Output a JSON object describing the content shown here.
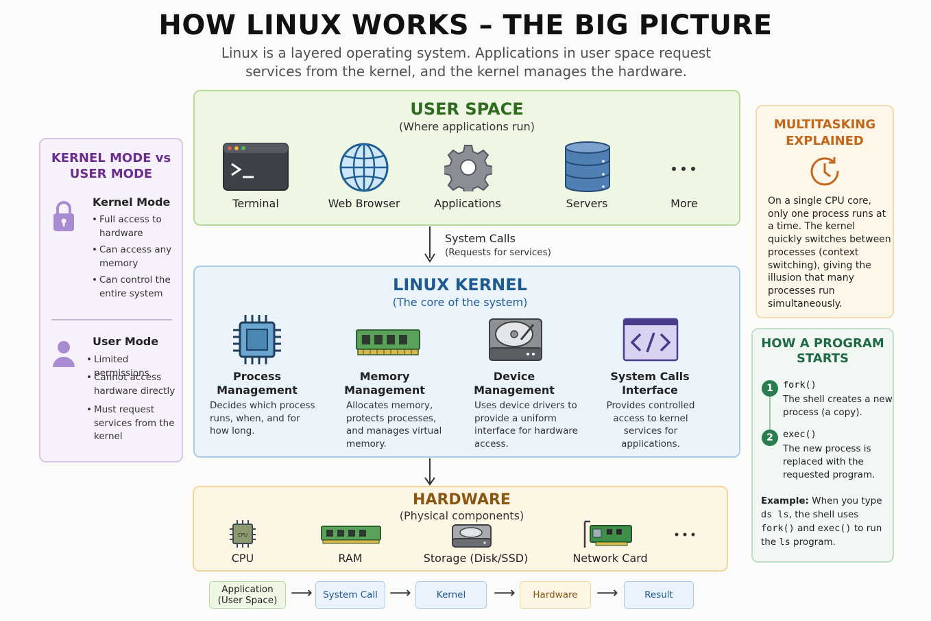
{
  "title": "HOW LINUX WORKS – THE BIG PICTURE",
  "subtitle": "Linux is a layered operating system. Applications in user space request services from the kernel, and the kernel manages the hardware.",
  "user_space": {
    "title": "USER SPACE",
    "subtitle": "(Where applications run)",
    "items": [
      {
        "label": "Terminal",
        "icon": "terminal-icon"
      },
      {
        "label": "Web Browser",
        "icon": "globe-icon"
      },
      {
        "label": "Applications",
        "icon": "gear-icon"
      },
      {
        "label": "Servers",
        "icon": "database-icon"
      },
      {
        "label": "More",
        "icon": "ellipsis-icon"
      }
    ]
  },
  "system_calls_arrow": {
    "label": "System Calls",
    "sublabel": "(Requests for services)"
  },
  "kernel": {
    "title": "LINUX KERNEL",
    "subtitle": "(The core of the system)",
    "items": [
      {
        "title_line1": "Process",
        "title_line2": "Management",
        "desc": "Decides which process runs, when, and for how long.",
        "icon": "cpu-chip-icon"
      },
      {
        "title_line1": "Memory",
        "title_line2": "Management",
        "desc": "Allocates memory, protects processes, and manages virtual memory.",
        "icon": "ram-icon"
      },
      {
        "title_line1": "Device",
        "title_line2": "Management",
        "desc": "Uses device drivers to provide a uniform interface for hardware access.",
        "icon": "hard-disk-icon"
      },
      {
        "title_line1": "System Calls",
        "title_line2": "Interface",
        "desc": "Provides controlled access to kernel services for applications.",
        "icon": "code-icon"
      }
    ]
  },
  "hardware": {
    "title": "HARDWARE",
    "subtitle": "(Physical components)",
    "items": [
      {
        "label": "CPU",
        "icon": "cpu-icon",
        "chip_text": "CPU"
      },
      {
        "label": "RAM",
        "icon": "ram-icon"
      },
      {
        "label": "Storage (Disk/SSD)",
        "icon": "storage-icon"
      },
      {
        "label": "Network Card",
        "icon": "network-card-icon"
      },
      {
        "label": "",
        "icon": "ellipsis-icon"
      }
    ]
  },
  "modes": {
    "title_line1": "KERNEL MODE vs",
    "title_line2": "USER MODE",
    "kernel_mode": {
      "heading": "Kernel Mode",
      "icon": "lock-icon",
      "bullets": [
        "Full access to hardware",
        "Can access any memory",
        "Can control the entire system"
      ]
    },
    "user_mode": {
      "heading": "User Mode",
      "icon": "user-icon",
      "bullets": [
        "Limited permissions",
        "Cannot access hardware directly",
        "Must request services from the kernel"
      ]
    }
  },
  "multitasking": {
    "title_line1": "MULTITASKING",
    "title_line2": "EXPLAINED",
    "icon": "clock-icon",
    "text": "On a single CPU core, only one process runs at a time. The kernel quickly switches between processes (context switching), giving the illusion that many processes run simultaneously."
  },
  "program_start": {
    "title_line1": "HOW A PROGRAM",
    "title_line2": "STARTS",
    "steps": [
      {
        "num": "1",
        "call": "fork()",
        "desc": "The shell creates a new process (a copy)."
      },
      {
        "num": "2",
        "call": "exec()",
        "desc": "The new process is replaced with the requested program."
      }
    ],
    "example": {
      "label": "Example:",
      "t1": "When you type",
      "c1": "ds ls",
      "t2": ", the shell uses",
      "c2": "fork()",
      "t3": "and",
      "c3": "exec()",
      "t4": "to run the",
      "c4": "ls",
      "t5": "program."
    }
  },
  "flow": [
    {
      "label_line1": "Application",
      "label_line2": "(User Space)"
    },
    {
      "label_line1": "System Call",
      "label_line2": ""
    },
    {
      "label_line1": "Kernel",
      "label_line2": ""
    },
    {
      "label_line1": "Hardware",
      "label_line2": ""
    },
    {
      "label_line1": "Result",
      "label_line2": ""
    }
  ],
  "colors": {
    "user_space_bg": "#eef6e4",
    "kernel_bg": "#ebf3fb",
    "hardware_bg": "#fdf6e4",
    "modes_bg": "#f6f1fa",
    "multitask_bg": "#fdf7ea",
    "program_bg": "#f1f8f4",
    "green_accent": "#2f6b1f",
    "blue_accent": "#1e5a91",
    "brown_accent": "#8a5712",
    "purple_accent": "#6a2e8f",
    "orange_accent": "#c2661a",
    "teal_accent": "#1f6a45"
  }
}
